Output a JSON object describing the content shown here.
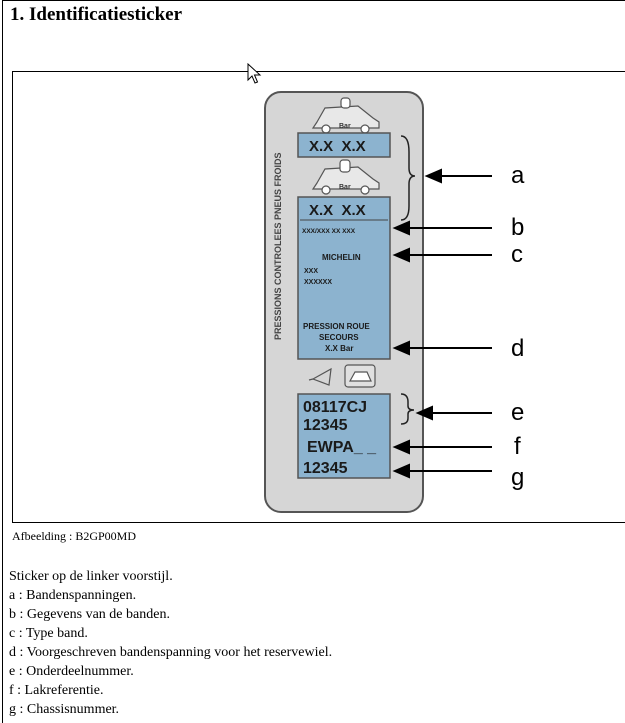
{
  "page": {
    "title": "1. Identificatiesticker"
  },
  "figure": {
    "caption": "Afbeelding : B2GP00MD",
    "sticker": {
      "side_text": "PRESSIONS CONTROLEES PNEUS FROIDS",
      "unit": "Bar",
      "front_pressure": "X.X  X.X",
      "rear_pressure": "X.X  X.X",
      "tyre_size": "XXX/XXX XX XXX",
      "brand": "MICHELIN",
      "type_line1": "XXX",
      "type_line2": "XXXXXX",
      "spare_line1": "PRESSION ROUE",
      "spare_line2": "SECOURS",
      "spare_line3": "X.X Bar",
      "part_number": "08117CJ",
      "part_number2": "12345",
      "paint_ref": "EWPA_ _",
      "chassis": "12345"
    },
    "callouts": [
      "a",
      "b",
      "c",
      "d",
      "e",
      "f",
      "g"
    ]
  },
  "description": {
    "intro": "Sticker op de linker voorstijl.",
    "items": [
      "a : Bandenspanningen.",
      "b : Gegevens van de banden.",
      "c : Type band.",
      "d : Voorgeschreven bandenspanning voor het reservewiel.",
      "e : Onderdeelnummer.",
      "f : Lakreferentie.",
      "g : Chassisnummer."
    ]
  },
  "colors": {
    "sticker_bg": "#d4d4d4",
    "panel_blue": "#8cb3cf"
  }
}
